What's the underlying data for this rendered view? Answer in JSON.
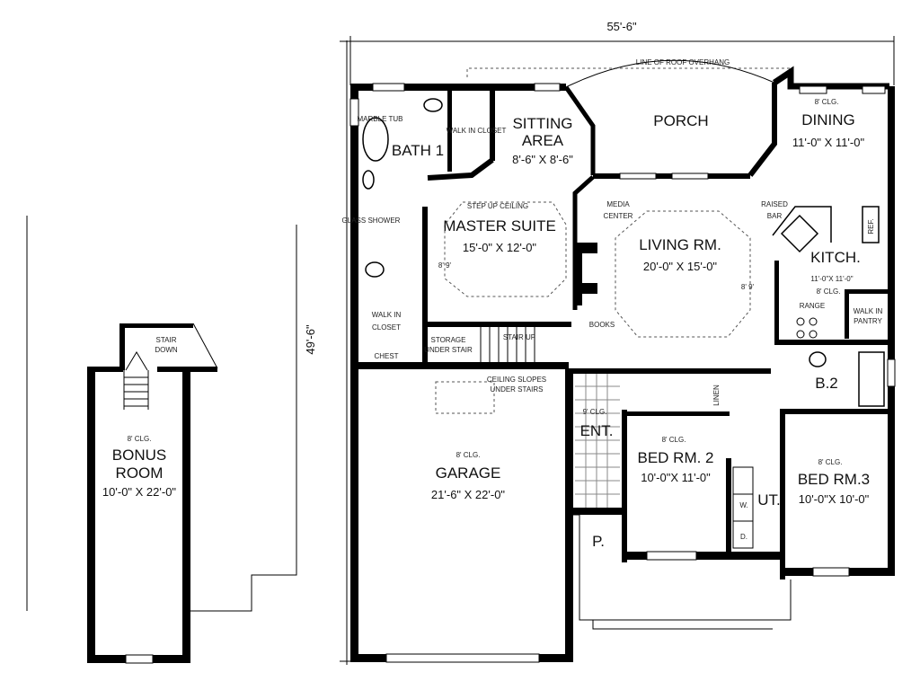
{
  "plan": {
    "overall_width": "55'-6\"",
    "overall_depth": "49'-6\"",
    "roof_note": "LINE OF ROOF OVERHANG",
    "rooms": {
      "bath1": {
        "name": "BATH 1",
        "notes": [
          "MARBLE TUB",
          "GLASS SHOWER"
        ]
      },
      "walk_in_closet_1": {
        "name": "WALK IN CLOSET"
      },
      "sitting": {
        "name1": "SITTING",
        "name2": "AREA",
        "size": "8'-6\" X 8'-6\""
      },
      "porch": {
        "name": "PORCH"
      },
      "dining": {
        "ceiling": "8' CLG.",
        "name": "DINING",
        "size": "11'-0\" X 11'-0\""
      },
      "master": {
        "note": "STEP UP CEILING",
        "name": "MASTER SUITE",
        "size": "15'-0\" X 12'-0\"",
        "height": "8' 9'"
      },
      "media": {
        "name1": "MEDIA",
        "name2": "CENTER"
      },
      "living": {
        "name": "LIVING RM.",
        "size": "20'-0\" X 15'-0\"",
        "height": "8' 9'"
      },
      "kitchen": {
        "bar1": "RAISED",
        "bar2": "BAR",
        "name": "KITCH.",
        "size": "11'-0\"X 11'-0\"",
        "ceiling": "8' CLG.",
        "range": "RANGE",
        "ref": "REF.",
        "pantry1": "WALK IN",
        "pantry2": "PANTRY"
      },
      "walk_in_closet_2": {
        "name1": "WALK IN",
        "name2": "CLOSET",
        "chest": "CHEST"
      },
      "books": "BOOKS",
      "storage": {
        "name1": "STORAGE",
        "name2": "UNDER STAIR"
      },
      "stair_up": "STAIR UP",
      "ceiling_slopes": {
        "line1": "CEILING SLOPES",
        "line2": "UNDER STAIRS"
      },
      "entry": {
        "ceiling": "9' CLG.",
        "name": "ENT."
      },
      "garage": {
        "ceiling": "8' CLG.",
        "name": "GARAGE",
        "size": "21'-6\" X 22'-0\""
      },
      "bed2": {
        "ceiling": "8' CLG.",
        "name": "BED RM. 2",
        "size": "10'-0\"X 11'-0\""
      },
      "bed3": {
        "ceiling": "8' CLG.",
        "name": "BED RM.3",
        "size": "10'-0\"X 10'-0\""
      },
      "bath2": {
        "name": "B.2"
      },
      "utility": {
        "name": "UT.",
        "washer": "W.",
        "dryer": "D."
      },
      "linen": "LINEN",
      "patio": {
        "name": "P."
      },
      "bonus": {
        "ceiling": "8' CLG.",
        "name1": "BONUS",
        "name2": "ROOM",
        "size": "10'-0\" X 22'-0\"",
        "stair1": "STAIR",
        "stair2": "DOWN"
      }
    }
  }
}
